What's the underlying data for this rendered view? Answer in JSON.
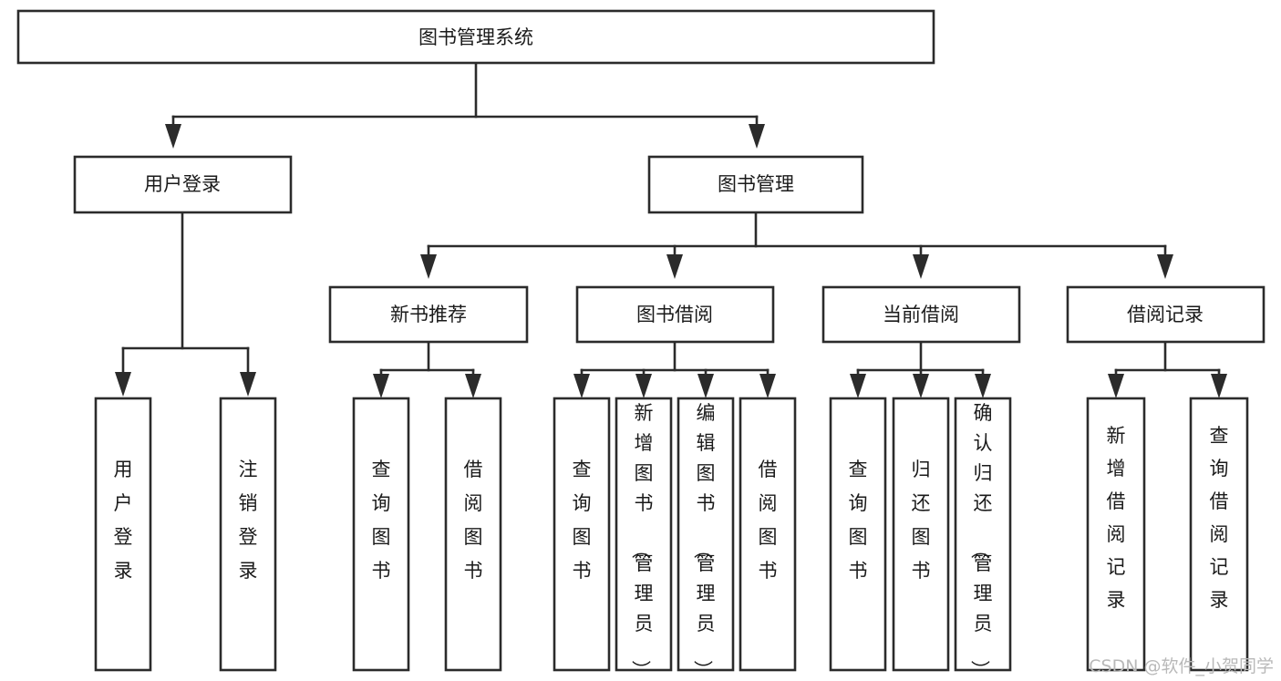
{
  "diagram": {
    "title": "图书管理系统",
    "type": "hierarchy-tree",
    "watermark": "CSDN @软件_小贺同学",
    "colors": {
      "stroke": "#2b2b2b",
      "fill": "#ffffff",
      "text": "#1a1a1a",
      "watermark": "#b9b9b9",
      "background": "#ffffff"
    },
    "levels": {
      "root": "图书管理系统",
      "level2": [
        "用户登录",
        "图书管理"
      ],
      "level3": [
        "新书推荐",
        "图书借阅",
        "当前借阅",
        "借阅记录"
      ],
      "leaves": [
        "用户登录",
        "注销登录",
        "查询图书",
        "借阅图书",
        "查询图书",
        "新增图书（管理员）",
        "编辑图书（管理员）",
        "借阅图书",
        "查询图书",
        "归还图书",
        "确认归还（管理员）",
        "新增借阅记录",
        "查询借阅记录"
      ]
    },
    "nodes": {
      "root": {
        "label": "图书管理系统"
      },
      "user_login": {
        "label": "用户登录"
      },
      "book_manage": {
        "label": "图书管理"
      },
      "new_book_rec": {
        "label": "新书推荐"
      },
      "book_borrow": {
        "label": "图书借阅"
      },
      "current_borrow": {
        "label": "当前借阅"
      },
      "borrow_record": {
        "label": "借阅记录"
      },
      "leaf_user_login": {
        "label": "用户登录"
      },
      "leaf_logout": {
        "label": "注销登录"
      },
      "leaf_query_book_1": {
        "label": "查询图书"
      },
      "leaf_borrow_book_1": {
        "label": "借阅图书"
      },
      "leaf_query_book_2": {
        "label": "查询图书"
      },
      "leaf_add_book": {
        "label": "新增图书（管理员）"
      },
      "leaf_edit_book": {
        "label": "编辑图书（管理员）"
      },
      "leaf_borrow_book_2": {
        "label": "借阅图书"
      },
      "leaf_query_book_3": {
        "label": "查询图书"
      },
      "leaf_return_book": {
        "label": "归还图书"
      },
      "leaf_confirm_return": {
        "label": "确认归还（管理员）"
      },
      "leaf_add_record": {
        "label": "新增借阅记录"
      },
      "leaf_query_record": {
        "label": "查询借阅记录"
      }
    }
  }
}
